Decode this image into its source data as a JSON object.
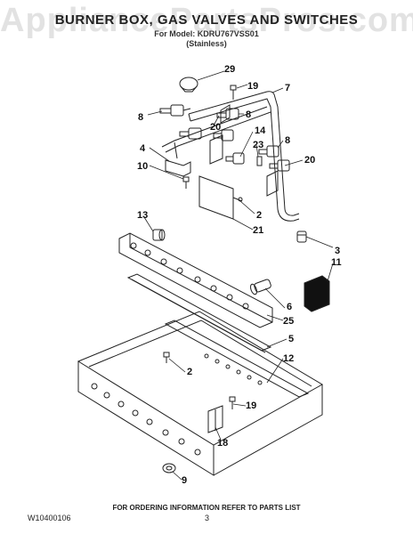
{
  "header": {
    "title": "BURNER BOX, GAS VALVES AND SWITCHES",
    "model_line": "For Model: KDRU767VSS01",
    "variant": "(Stainless)",
    "watermark": "AppliancePartsPros.com"
  },
  "callouts": [
    {
      "id": "c29",
      "label": "29"
    },
    {
      "id": "c19a",
      "label": "19"
    },
    {
      "id": "c7",
      "label": "7"
    },
    {
      "id": "c8a",
      "label": "8"
    },
    {
      "id": "c20a",
      "label": "20"
    },
    {
      "id": "c8b",
      "label": "8"
    },
    {
      "id": "c14",
      "label": "14"
    },
    {
      "id": "c4",
      "label": "4"
    },
    {
      "id": "c23",
      "label": "23"
    },
    {
      "id": "c8c",
      "label": "8"
    },
    {
      "id": "c20b",
      "label": "20"
    },
    {
      "id": "c10",
      "label": "10"
    },
    {
      "id": "c2a",
      "label": "2"
    },
    {
      "id": "c13",
      "label": "13"
    },
    {
      "id": "c21",
      "label": "21"
    },
    {
      "id": "c3",
      "label": "3"
    },
    {
      "id": "c11",
      "label": "11"
    },
    {
      "id": "c6",
      "label": "6"
    },
    {
      "id": "c25",
      "label": "25"
    },
    {
      "id": "c5",
      "label": "5"
    },
    {
      "id": "c2b",
      "label": "2"
    },
    {
      "id": "c12",
      "label": "12"
    },
    {
      "id": "c19b",
      "label": "19"
    },
    {
      "id": "c18",
      "label": "18"
    },
    {
      "id": "c9",
      "label": "9"
    }
  ],
  "footer": {
    "doc_number": "W10400106",
    "page": "3",
    "ordering_note": "FOR ORDERING INFORMATION REFER TO PARTS LIST"
  }
}
